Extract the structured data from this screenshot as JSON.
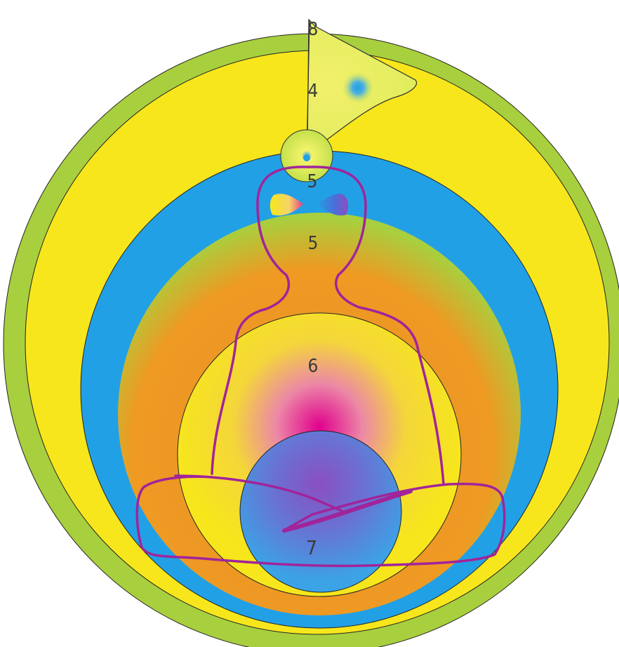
{
  "labels": {
    "flag_top": "8",
    "flag_mid": "4",
    "throat": "5",
    "chest": "5",
    "torso": "6",
    "base": "7"
  },
  "colors": {
    "outer_green": "#a8cf3e",
    "yellow": "#f7e61c",
    "blue": "#22a0e6",
    "orange": "#ee9a23",
    "magenta": "#e0008e",
    "outline_purple": "#a1249a",
    "base_disc": "#3ba3e6",
    "base_disc_center": "#8a4fc0"
  },
  "icons": [
    "flag-icon",
    "eye-icon-left",
    "eye-icon-right"
  ]
}
